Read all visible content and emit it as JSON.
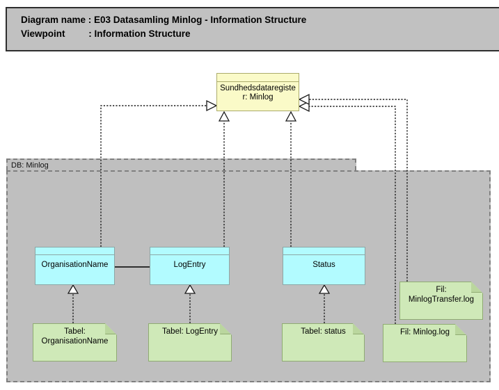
{
  "header": {
    "line1": "Diagram name : E03 Datasamling Minlog - Information Structure",
    "line2": "Viewpoint         : Information Structure"
  },
  "diagram": {
    "container": {
      "label": "DB: Minlog"
    },
    "register": {
      "label": "Sundhedsdataregister: Minlog",
      "line1": "Sundhedsdataregiste",
      "line2": "r: Minlog"
    },
    "entities": [
      {
        "label": "OrganisationName"
      },
      {
        "label": "LogEntry"
      },
      {
        "label": "Status"
      }
    ],
    "notes": [
      {
        "lines": [
          "Tabel:",
          "OrganisationName"
        ]
      },
      {
        "lines": [
          "Tabel: LogEntry"
        ]
      },
      {
        "lines": [
          "Tabel: status"
        ]
      },
      {
        "lines": [
          "Fil: Minlog.log"
        ]
      },
      {
        "lines": [
          "Fil:",
          "MinlogTransfer.log"
        ]
      }
    ],
    "relations": [
      "OrganisationName realizes Sundhedsdataregister: Minlog",
      "LogEntry realizes Sundhedsdataregister: Minlog",
      "Status realizes Sundhedsdataregister: Minlog",
      "Fil: Minlog.log realizes Sundhedsdataregister: Minlog",
      "Fil: MinlogTransfer.log realizes Sundhedsdataregister: Minlog",
      "Tabel: OrganisationName realizes OrganisationName",
      "Tabel: LogEntry realizes LogEntry",
      "Tabel: status realizes Status",
      "OrganisationName associated with LogEntry"
    ]
  },
  "colors": {
    "header_fill": "#C1C1C1",
    "container_fill": "#BFBFBF",
    "container_border": "#7F7F7F",
    "register_fill": "#FAFAC8",
    "register_border": "#ABAB6B",
    "entity_fill": "#B2FBFF",
    "entity_border": "#8CA6A6",
    "note_fill": "#CFE9B8",
    "note_border": "#8FAB72",
    "note_fold": "#BAD69E",
    "line_color": "#1A1A1A"
  }
}
